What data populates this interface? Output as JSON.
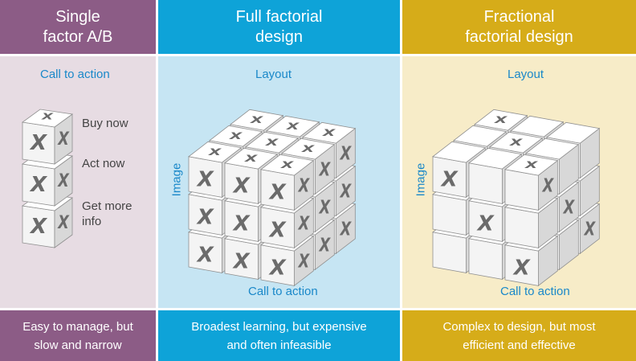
{
  "columns": [
    {
      "header": [
        "Single",
        "factor A/B"
      ],
      "footer": [
        "Easy to manage, but",
        "slow and narrow"
      ],
      "top_label": "Call to action",
      "options": [
        "Buy now",
        "Act now",
        "Get more",
        "info"
      ]
    },
    {
      "header": [
        "Full factorial",
        "design"
      ],
      "footer": [
        "Broadest learning, but expensive",
        "and often infeasible"
      ],
      "top_label": "Layout",
      "side_label": "Image",
      "bottom_label": "Call to action"
    },
    {
      "header": [
        "Fractional",
        "factorial design"
      ],
      "footer": [
        "Complex to design, but most",
        "efficient and effective"
      ],
      "top_label": "Layout",
      "side_label": "Image",
      "bottom_label": "Call to action"
    }
  ],
  "cube_mark": "X",
  "colors": {
    "purple": "#8c5c86",
    "purple_light": "#e7dce3",
    "blue": "#0ea3d8",
    "blue_light": "#c6e5f3",
    "gold": "#d6ac19",
    "gold_light": "#f7ecc8"
  }
}
